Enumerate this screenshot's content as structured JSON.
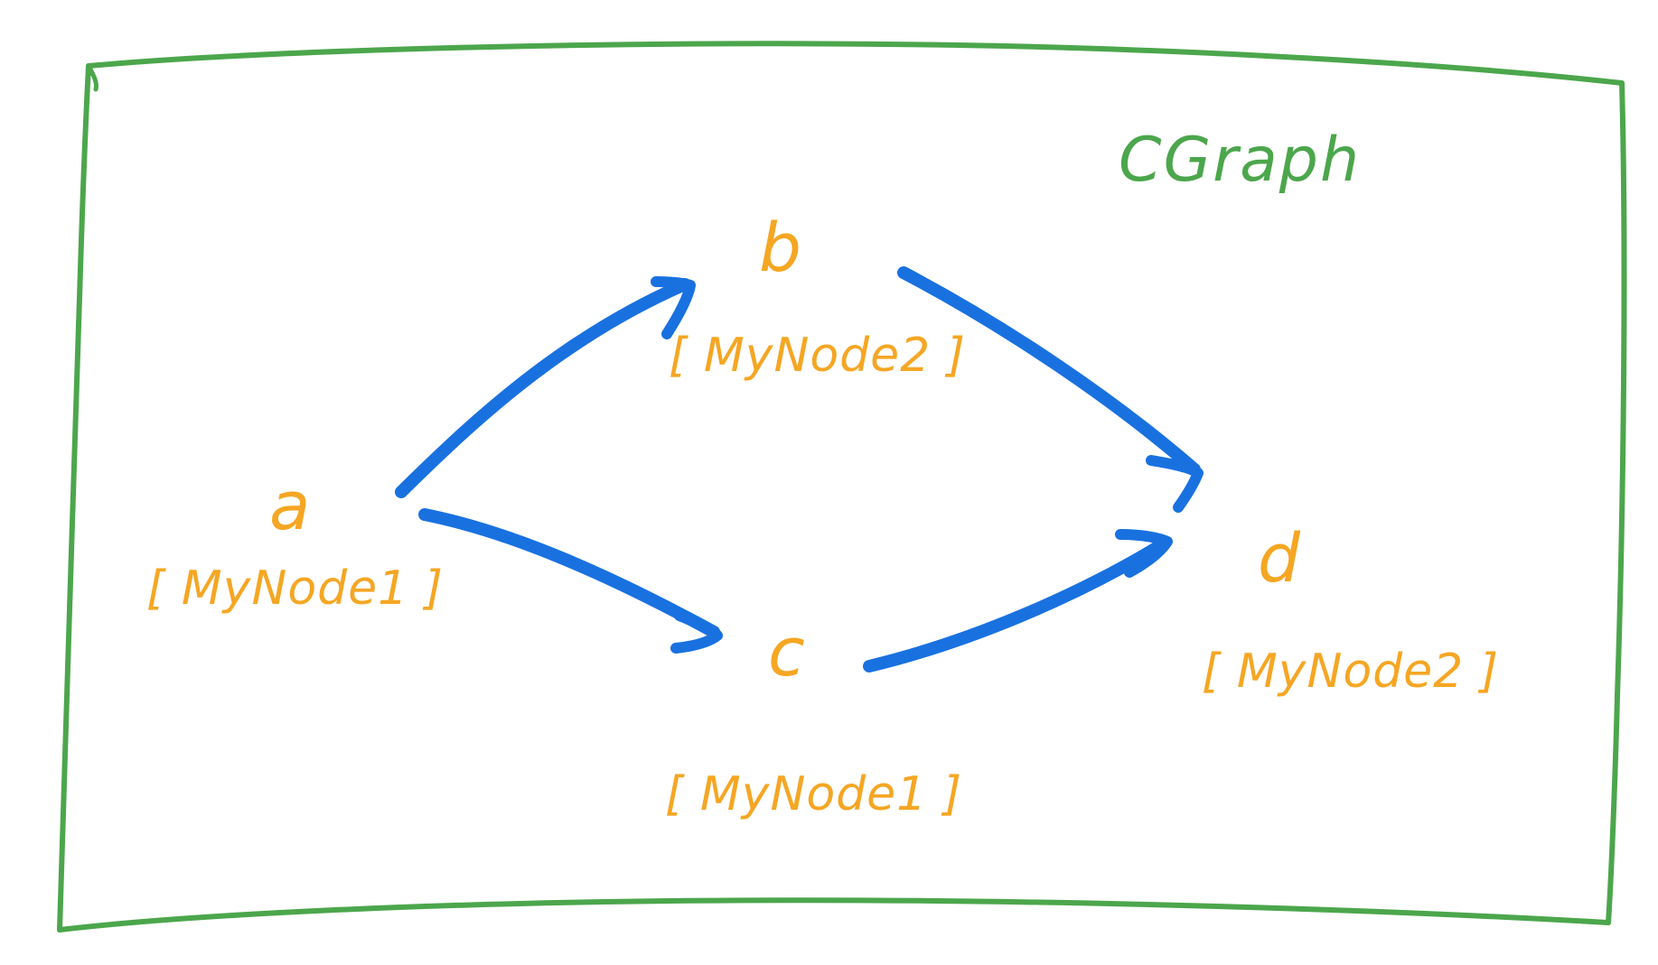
{
  "frame": {
    "title": "CGraph",
    "stroke_color": "#4ca64c"
  },
  "palette": {
    "node_color": "#f5a623",
    "edge_color": "#1971e0",
    "frame_color": "#4ca64c",
    "background": "#ffffff"
  },
  "nodes": [
    {
      "id": "a",
      "type_label": "[ MyNode1 ]"
    },
    {
      "id": "b",
      "type_label": "[ MyNode2 ]"
    },
    {
      "id": "c",
      "type_label": "[ MyNode1 ]"
    },
    {
      "id": "d",
      "type_label": "[ MyNode2 ]"
    }
  ],
  "edges": [
    {
      "from": "a",
      "to": "b"
    },
    {
      "from": "a",
      "to": "c"
    },
    {
      "from": "b",
      "to": "d"
    },
    {
      "from": "c",
      "to": "d"
    }
  ]
}
